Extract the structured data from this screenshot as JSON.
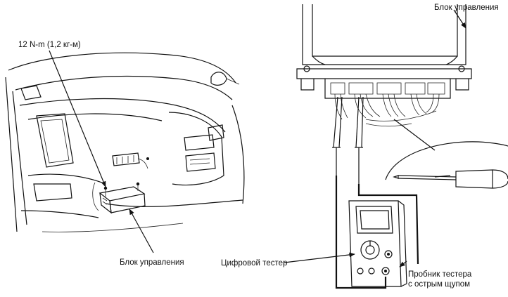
{
  "labels": {
    "torque": "12 N-m (1,2 кг-м)",
    "control_unit_left": "Блок управления",
    "control_unit_right": "Блок управления",
    "digital_tester": "Цифровой тестер",
    "probe_line1": "Пробник тестера",
    "probe_line2": "с острым щупом"
  }
}
